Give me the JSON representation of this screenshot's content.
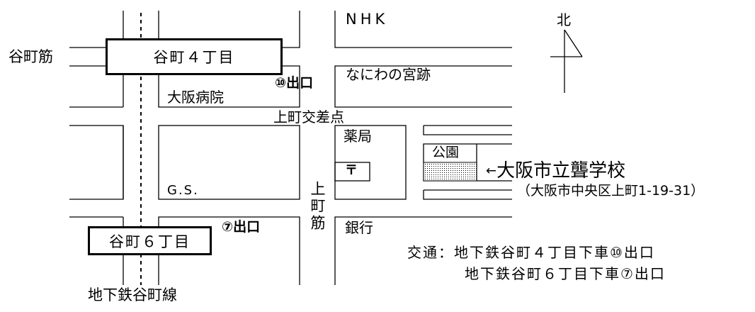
{
  "map": {
    "north_label": "北",
    "roads": {
      "tanimachi_suji": "谷町筋",
      "uemachi_suji": "上町筋",
      "subway_line": "地下鉄谷町線"
    },
    "stations": {
      "tanimachi4": "谷町４丁目",
      "tanimachi6": "谷町６丁目"
    },
    "exits": {
      "exit10": "⑩出口",
      "exit7": "⑦出口"
    },
    "landmarks": {
      "nhk": "NHK",
      "naniwa_palace": "なにわの宮跡",
      "osaka_hospital": "大阪病院",
      "uemachi_crossing": "上町交差点",
      "pharmacy": "薬局",
      "post_office": "〒",
      "park": "公園",
      "gas_station": "G.S.",
      "bank": "銀行"
    },
    "school": {
      "arrow": "←",
      "name": "大阪市立聾学校",
      "address": "（大阪市中央区上町1-19-31）"
    },
    "access": {
      "label": "交通：",
      "line1": "地下鉄谷町４丁目下車⑩出口",
      "line2": "地下鉄谷町６丁目下車⑦出口"
    },
    "colors": {
      "ink": "#000000",
      "background": "#ffffff"
    }
  }
}
